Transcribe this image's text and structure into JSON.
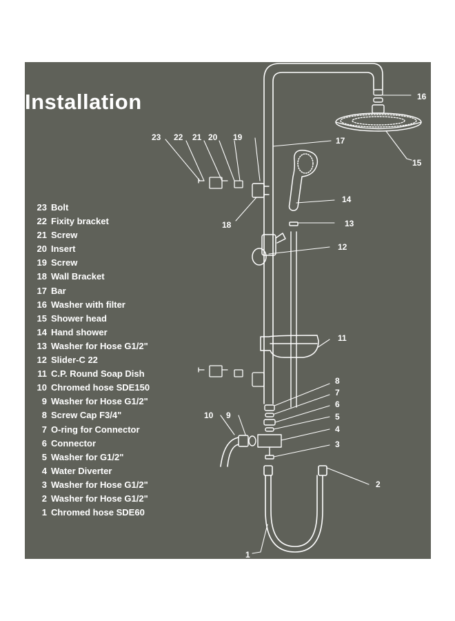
{
  "title": "Installation",
  "parts": [
    {
      "num": "23",
      "name": "Bolt"
    },
    {
      "num": "22",
      "name": "Fixity bracket"
    },
    {
      "num": "21",
      "name": "Screw"
    },
    {
      "num": "20",
      "name": "Insert"
    },
    {
      "num": "19",
      "name": "Screw"
    },
    {
      "num": "18",
      "name": "Wall Bracket"
    },
    {
      "num": "17",
      "name": "Bar"
    },
    {
      "num": "16",
      "name": "Washer with filter"
    },
    {
      "num": "15",
      "name": "Shower head"
    },
    {
      "num": "14",
      "name": "Hand shower"
    },
    {
      "num": "13",
      "name": "Washer for Hose G1/2\""
    },
    {
      "num": "12",
      "name": "Slider-C 22"
    },
    {
      "num": "11",
      "name": "C.P. Round Soap Dish"
    },
    {
      "num": "10",
      "name": "Chromed hose SDE150"
    },
    {
      "num": "9",
      "name": "Washer for Hose G1/2\""
    },
    {
      "num": "8",
      "name": "Screw Cap F3/4\""
    },
    {
      "num": "7",
      "name": "O-ring for Connector"
    },
    {
      "num": "6",
      "name": "Connector"
    },
    {
      "num": "5",
      "name": "Washer for G1/2\""
    },
    {
      "num": "4",
      "name": "Water Diverter"
    },
    {
      "num": "3",
      "name": "Washer for Hose G1/2\""
    },
    {
      "num": "2",
      "name": "Washer for Hose G1/2\""
    },
    {
      "num": "1",
      "name": "Chromed hose SDE60"
    }
  ],
  "callouts": {
    "c1": "1",
    "c2": "2",
    "c3": "3",
    "c4": "4",
    "c5": "5",
    "c6": "6",
    "c7": "7",
    "c8": "8",
    "c9": "9",
    "c10": "10",
    "c11": "11",
    "c12": "12",
    "c13": "13",
    "c14": "14",
    "c15": "15",
    "c16": "16",
    "c17": "17",
    "c18": "18",
    "c19": "19",
    "c20": "20",
    "c21": "21",
    "c22": "22",
    "c23": "23"
  },
  "colors": {
    "background": "#5f6159",
    "line": "#ffffff"
  }
}
